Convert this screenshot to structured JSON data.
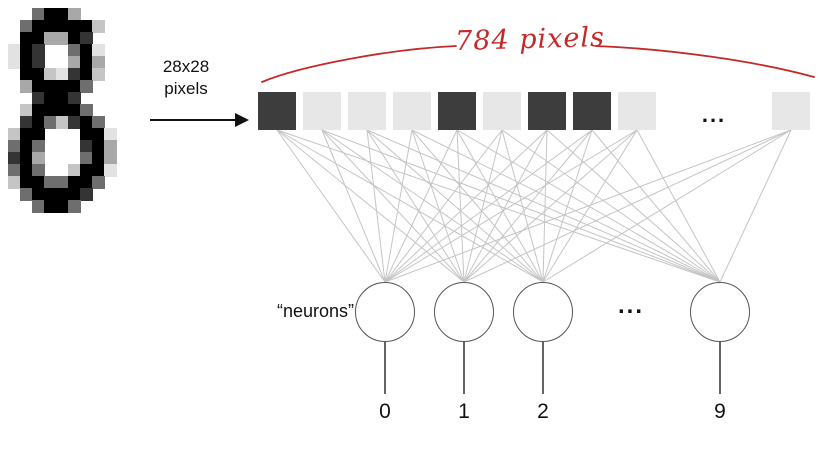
{
  "diagram": {
    "input_image": {
      "digit": "8",
      "pixel_rows": [
        "0059930000",
        "0599999200",
        "0993397000",
        "1970059100",
        "1970039300",
        "0992179200",
        "0399995000",
        "0079970000",
        "0299995000",
        "0795279500",
        "2990009910",
        "5950007930",
        "7930005930",
        "5950029910",
        "2995599500",
        "0599997000",
        "0059950000"
      ]
    },
    "input_size_label": "28x28\npixels",
    "annotation": {
      "text": "784 pixels",
      "color": "#c62828"
    },
    "pixel_row": {
      "pattern": [
        "dark",
        "light",
        "light",
        "light",
        "dark",
        "light",
        "dark",
        "dark",
        "light"
      ],
      "ellipsis": "...",
      "trailing": [
        "light"
      ],
      "colors": {
        "dark": "#3d3d3d",
        "light": "#e7e7e7"
      }
    },
    "network": {
      "neurons_label": "“neurons”",
      "neuron_ellipsis": "...",
      "output_labels": [
        "0",
        "1",
        "2",
        "9"
      ],
      "connection_color": "#c5c5c5",
      "stem_color": "#222222"
    }
  }
}
